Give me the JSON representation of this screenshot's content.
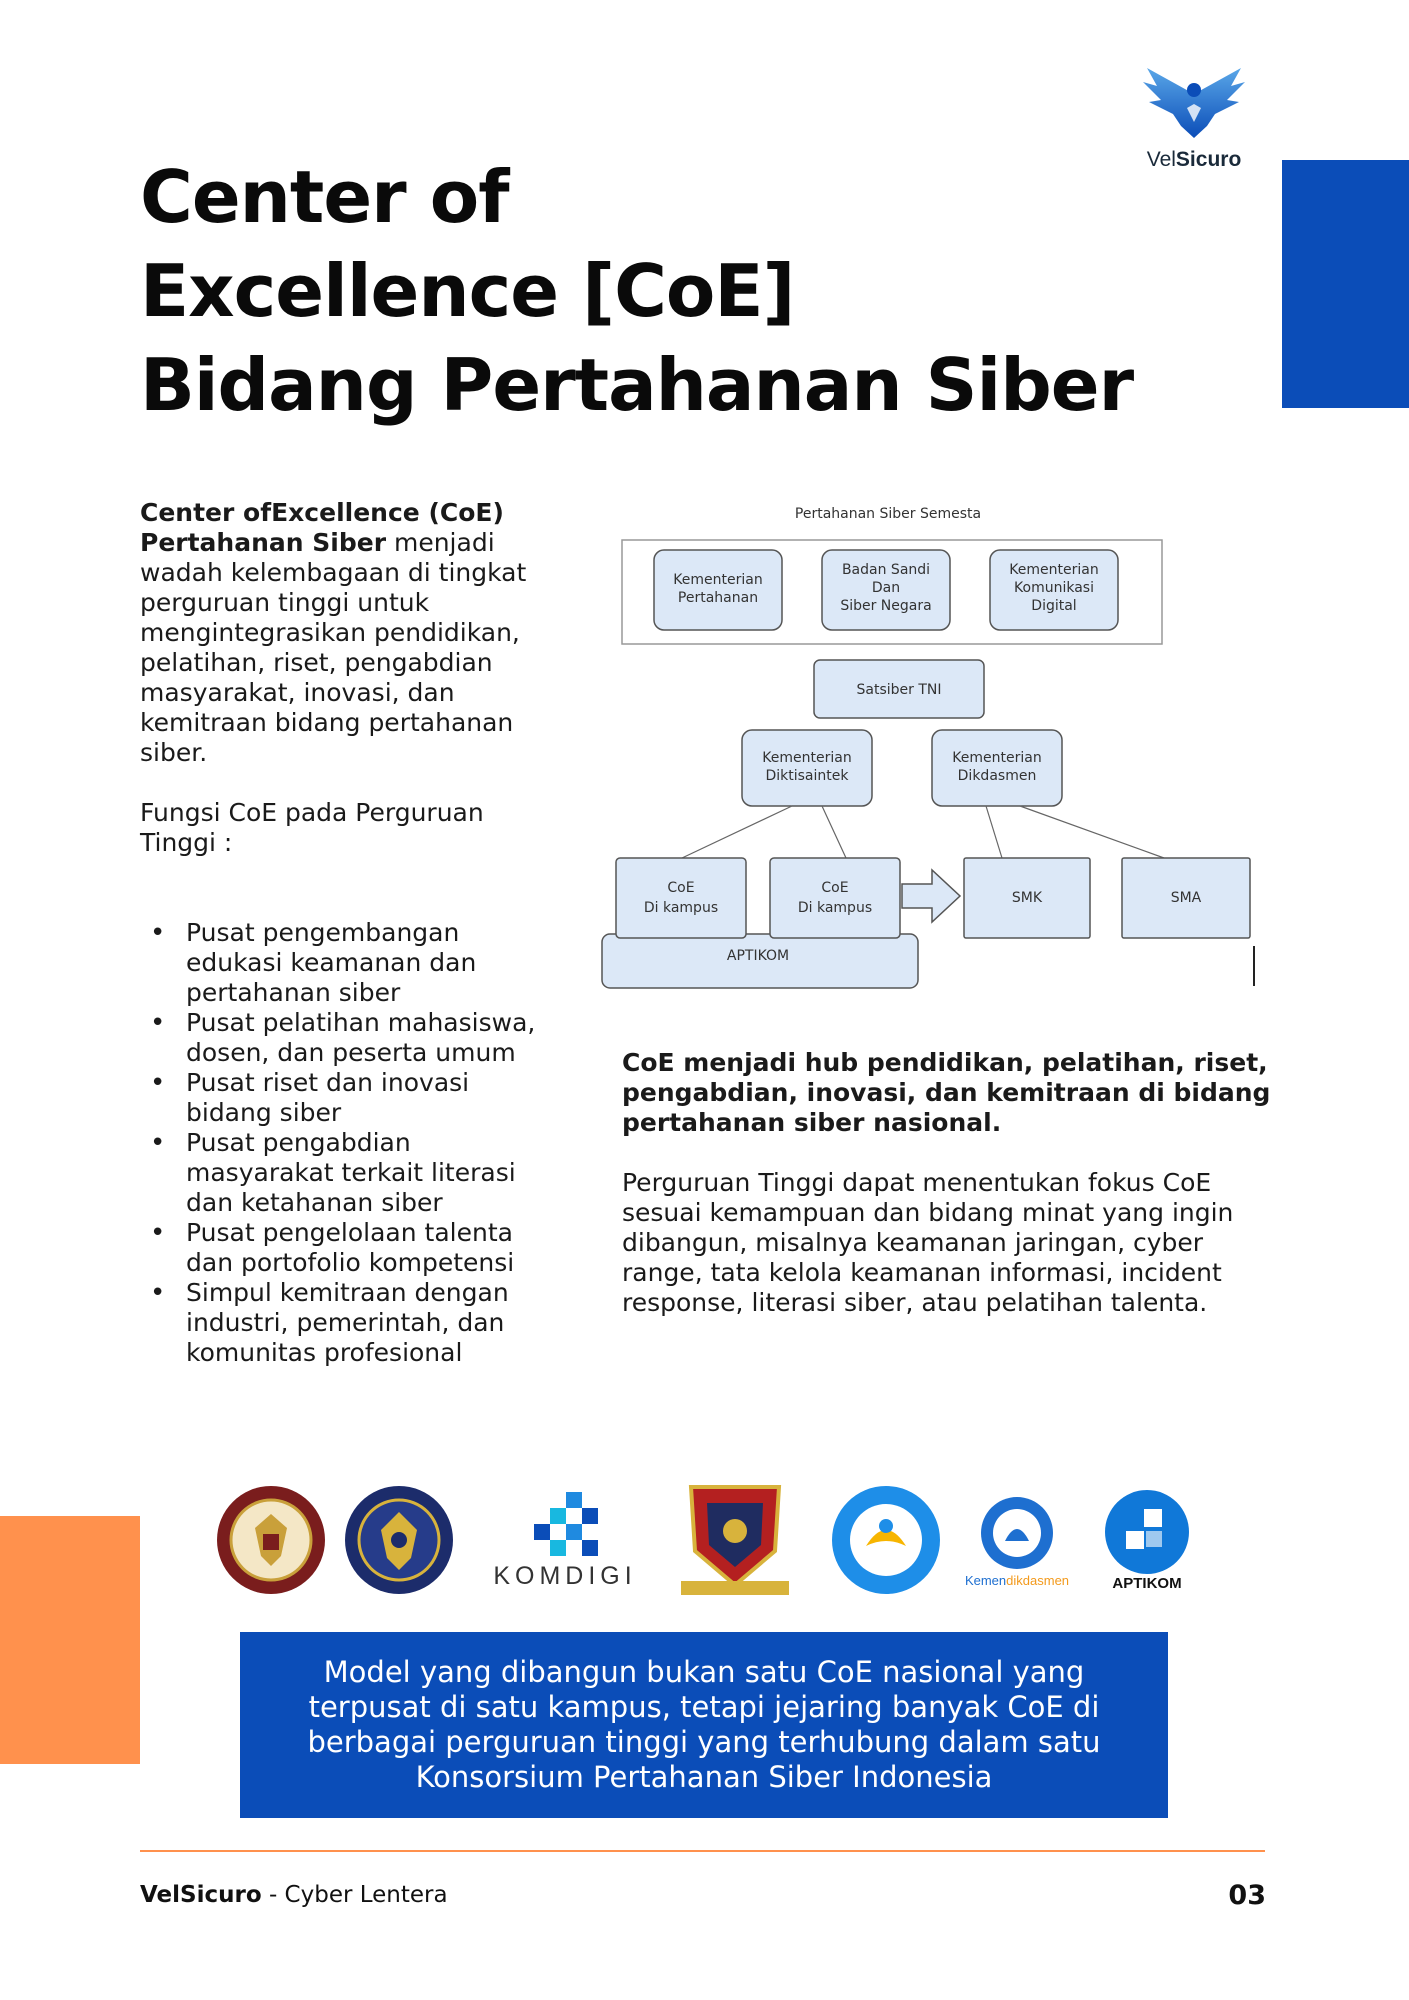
{
  "brand": {
    "logo_text_light": "Vel",
    "logo_text_bold": "Sicuro"
  },
  "title": {
    "line1": "Center of",
    "line2": "Excellence [CoE]",
    "line3": "Bidang Pertahanan Siber"
  },
  "intro": {
    "bold_lead": "Center ofExcellence (CoE) Pertahanan Siber",
    "text": " menjadi wadah kelembagaan di tingkat perguruan tinggi untuk mengintegrasikan pendidikan, pelatihan, riset, pengabdian masyarakat, inovasi, dan kemitraan bidang pertahanan siber."
  },
  "functions": {
    "heading": "Fungsi CoE pada Perguruan Tinggi :",
    "items": [
      "Pusat pengembangan edukasi keamanan dan pertahanan siber",
      "Pusat pelatihan mahasiswa, dosen, dan peserta umum",
      "Pusat riset dan inovasi bidang siber",
      "Pusat pengabdian masyarakat terkait literasi dan ketahanan siber",
      "Pusat pengelolaan talenta dan portofolio kompetensi",
      "Simpul kemitraan dengan industri, pemerintah, dan komunitas profesional"
    ]
  },
  "diagram": {
    "title": "Pertahanan Siber Semesta",
    "top_nodes": [
      [
        "Kementerian",
        "Pertahanan"
      ],
      [
        "Badan Sandi",
        "Dan",
        "Siber Negara"
      ],
      [
        "Kementerian",
        "Komunikasi",
        "Digital"
      ]
    ],
    "satsiber": "Satsiber TNI",
    "kementerian_diktisaintek": [
      "Kementerian",
      "Diktisaintek"
    ],
    "kementerian_dikdasmen": [
      "Kementerian",
      "Dikdasmen"
    ],
    "coe_nodes": [
      [
        "CoE",
        "Di kampus"
      ],
      [
        "CoE",
        "Di kampus"
      ]
    ],
    "aptikom": "APTIKOM",
    "smk": "SMK",
    "sma": "SMA"
  },
  "hub_statement": "CoE menjadi hub pendidikan, pelatihan, riset, pengabdian, inovasi, dan kemitraan di bidang pertahanan siber nasional.",
  "focus_paragraph": "Perguruan Tinggi dapat menentukan fokus CoE sesuai kemampuan dan bidang minat yang ingin dibangun, misalnya keamanan jaringan, cyber range, tata kelola keamanan informasi, incident response, literasi siber, atau pelatihan talenta.",
  "partners": {
    "komdigi": "KOMDIGI",
    "kemendikdasmen_a": "Kemen",
    "kemendikdasmen_b": "dikdasmen",
    "aptikom": "APTIKOM"
  },
  "callout": "Model yang dibangun bukan satu CoE nasional yang terpusat di satu kampus, tetapi jejaring banyak CoE di berbagai perguruan tinggi yang terhubung dalam satu Konsorsium Pertahanan Siber Indonesia",
  "footer": {
    "brand": "VelSicuro",
    "subtitle": " - Cyber Lentera",
    "page_number": "03"
  },
  "colors": {
    "primary_blue": "#0b4db8",
    "accent_orange": "#ff914d",
    "diagram_box": "#dce8f7"
  }
}
